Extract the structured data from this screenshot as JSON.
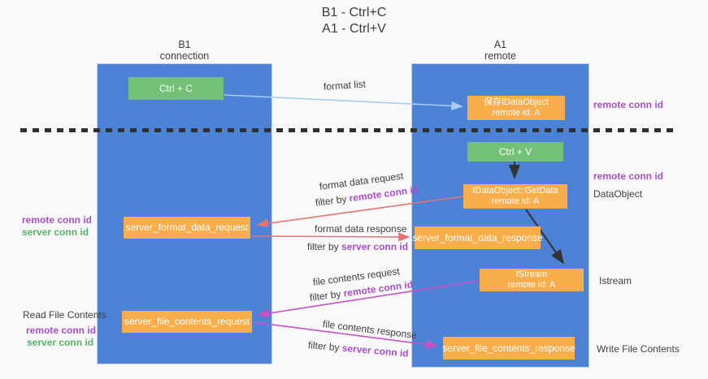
{
  "title": {
    "line1": "B1 - Ctrl+C",
    "line2": "A1 - Ctrl+V"
  },
  "lanes": {
    "left": {
      "title": "B1",
      "subtitle": "connection"
    },
    "right": {
      "title": "A1",
      "subtitle": "remote"
    }
  },
  "nodes": {
    "ctrl_c": {
      "label": "Ctrl + C"
    },
    "ctrl_v": {
      "label": "Ctrl + V"
    },
    "save_dataobject": {
      "line1": "保存IDataObject",
      "line2": "remote id: A"
    },
    "getdata": {
      "line1": "IDataObject::GetData",
      "line2": "remote id: A"
    },
    "istream": {
      "line1": "IStream",
      "line2": "remote id: A"
    },
    "format_request": {
      "label": "server_format_data_request"
    },
    "format_response": {
      "label": "server_format_data_response"
    },
    "file_request": {
      "label": "server_file_contents_request"
    },
    "file_response": {
      "label": "server_file_contents_response"
    }
  },
  "arrow_labels": {
    "format_list": "format list",
    "format_data_request": "format data request",
    "format_data_response": "format data response",
    "file_contents_request": "file contents request",
    "file_contents_response": "file contents response",
    "filter_by": "filter by ",
    "remote_conn_id": "remote conn id",
    "server_conn_id": "server conn id"
  },
  "side_labels": {
    "remote_conn_id": "remote conn id",
    "server_conn_id": "server conn id",
    "read_file_contents": "Read File Contents",
    "write_file_contents": "Write File Contents",
    "dataobject": "DataObject",
    "istream": "Istream"
  },
  "colors": {
    "lane-blue": "#4c83d6",
    "box-green": "#74c078",
    "box-orange": "#f9ae4b",
    "purple-text": "#a94fc8",
    "green-text": "#55b364",
    "arrow-red": "#e57373",
    "arrow-magenta": "#cb4fc5",
    "arrow-lightblue": "#a8cdf0",
    "arrow-black": "#333333",
    "dash-black": "#2f2f2f",
    "background": "#f9f9fa",
    "text-dark": "#3d3d3d"
  }
}
